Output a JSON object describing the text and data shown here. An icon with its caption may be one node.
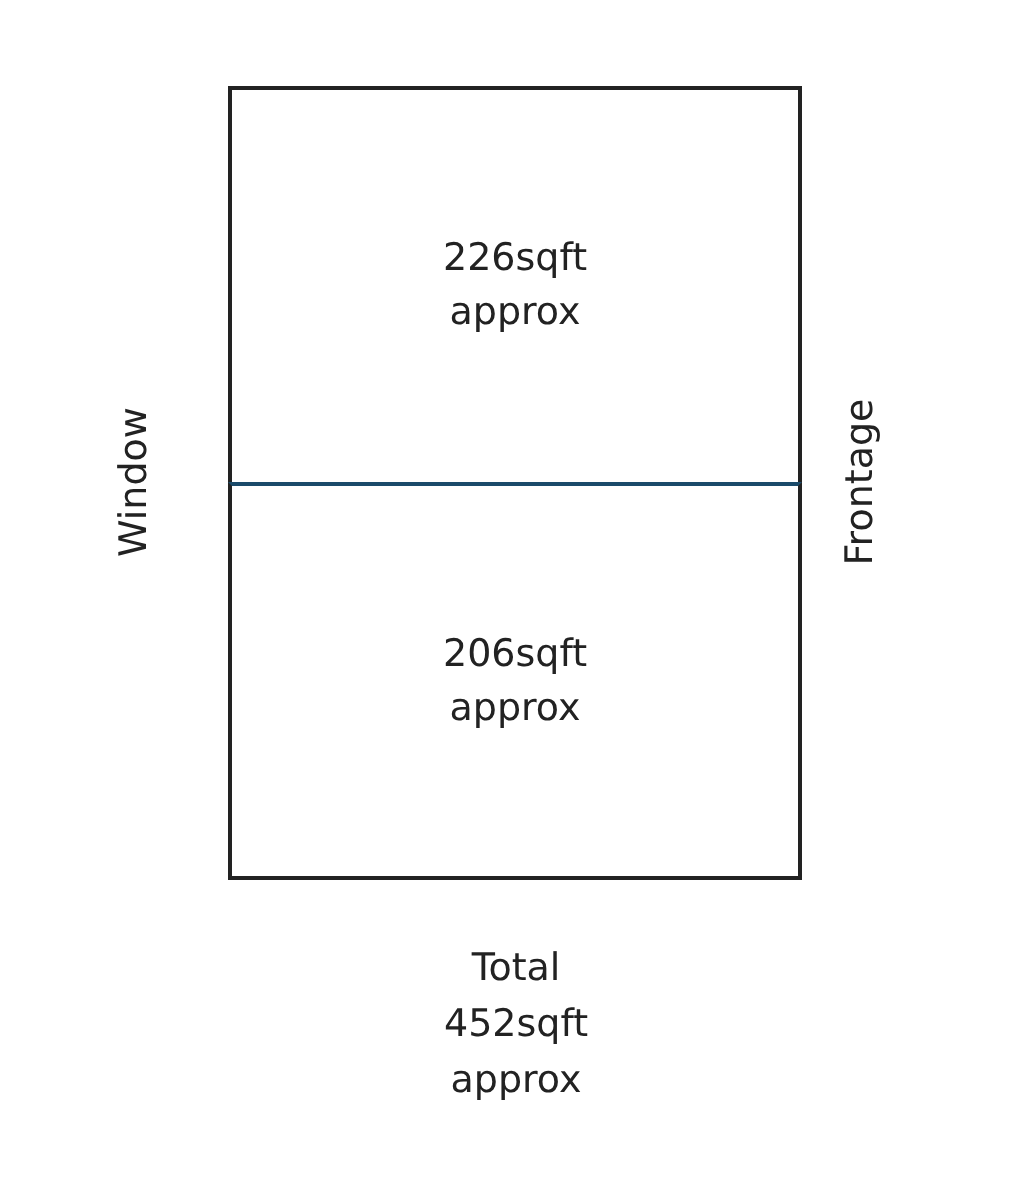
{
  "diagram": {
    "nodes": [
      {
        "text": [
          "226sqft approx"
        ]
      },
      {
        "text": [
          "206sqft approx"
        ]
      }
    ],
    "labels": [
      "Window",
      "Frontage",
      "Total 452sqft approx"
    ]
  }
}
